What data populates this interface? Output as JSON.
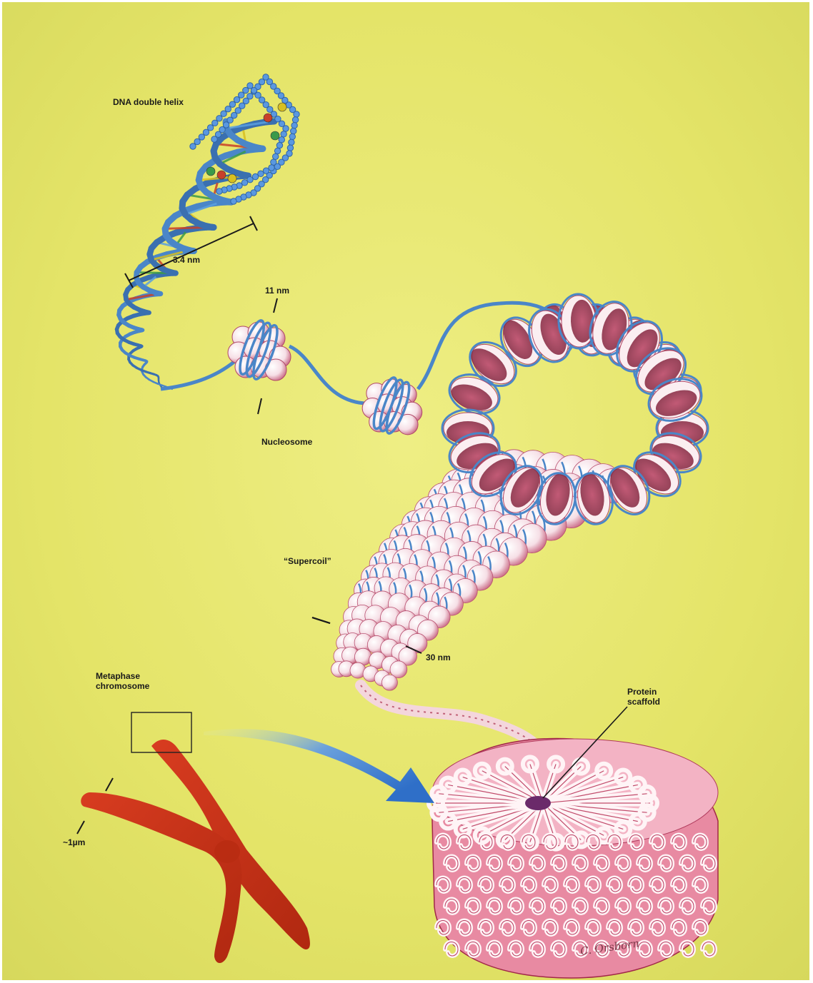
{
  "labels": {
    "dna_double_helix": "DNA double helix",
    "helix_pitch": "3.4 nm",
    "nucleosome_width": "11 nm",
    "nucleosome": "Nucleosome",
    "supercoil": "“Supercoil”",
    "fiber_width": "30 nm",
    "protein_scaffold": "Protein\nscaffold",
    "metaphase_chromosome": "Metaphase\nchromosome",
    "chromosome_width": "~1µm"
  },
  "signature": "C. Orsborn",
  "colors": {
    "background": "#e6e66a",
    "dna_blue": "#4a86c8",
    "histone_pink": "#c04a6a",
    "histone_white": "#fbeef1",
    "chromosome_red": "#c83218",
    "arrow_blue": "#3f7fd0"
  }
}
